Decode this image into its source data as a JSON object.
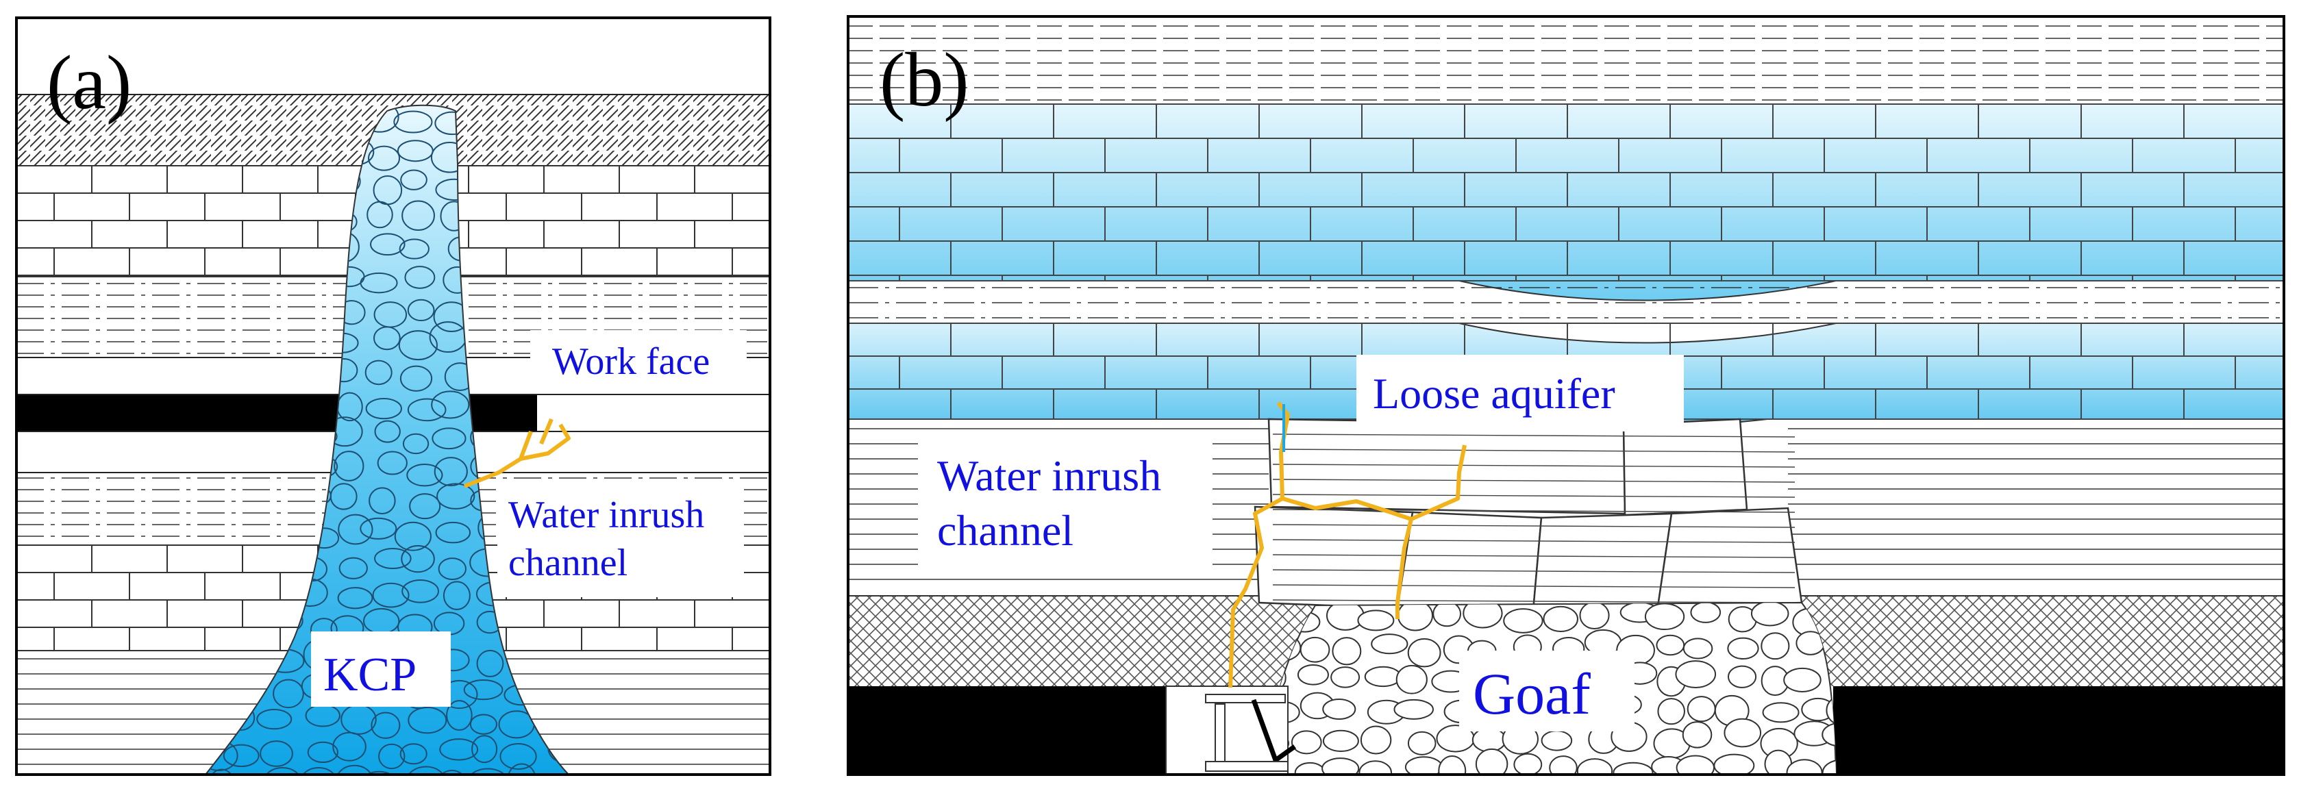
{
  "panel_a": {
    "tag": "(a)",
    "labels": {
      "work_face": "Work face",
      "water_inrush_line1": "Water inrush",
      "water_inrush_line2": "channel",
      "kcp": "KCP"
    }
  },
  "panel_b": {
    "tag": "(b)",
    "labels": {
      "loose_aquifer": "Loose aquifer",
      "water_inrush_line1": "Water inrush",
      "water_inrush_line2": "channel",
      "goaf": "Goaf"
    }
  },
  "colors": {
    "label_text": "#1010e0",
    "fracture": "#f2b21c",
    "water_light": "#d6f1fb",
    "water_deep": "#1aa9e8",
    "coal": "#000000"
  }
}
